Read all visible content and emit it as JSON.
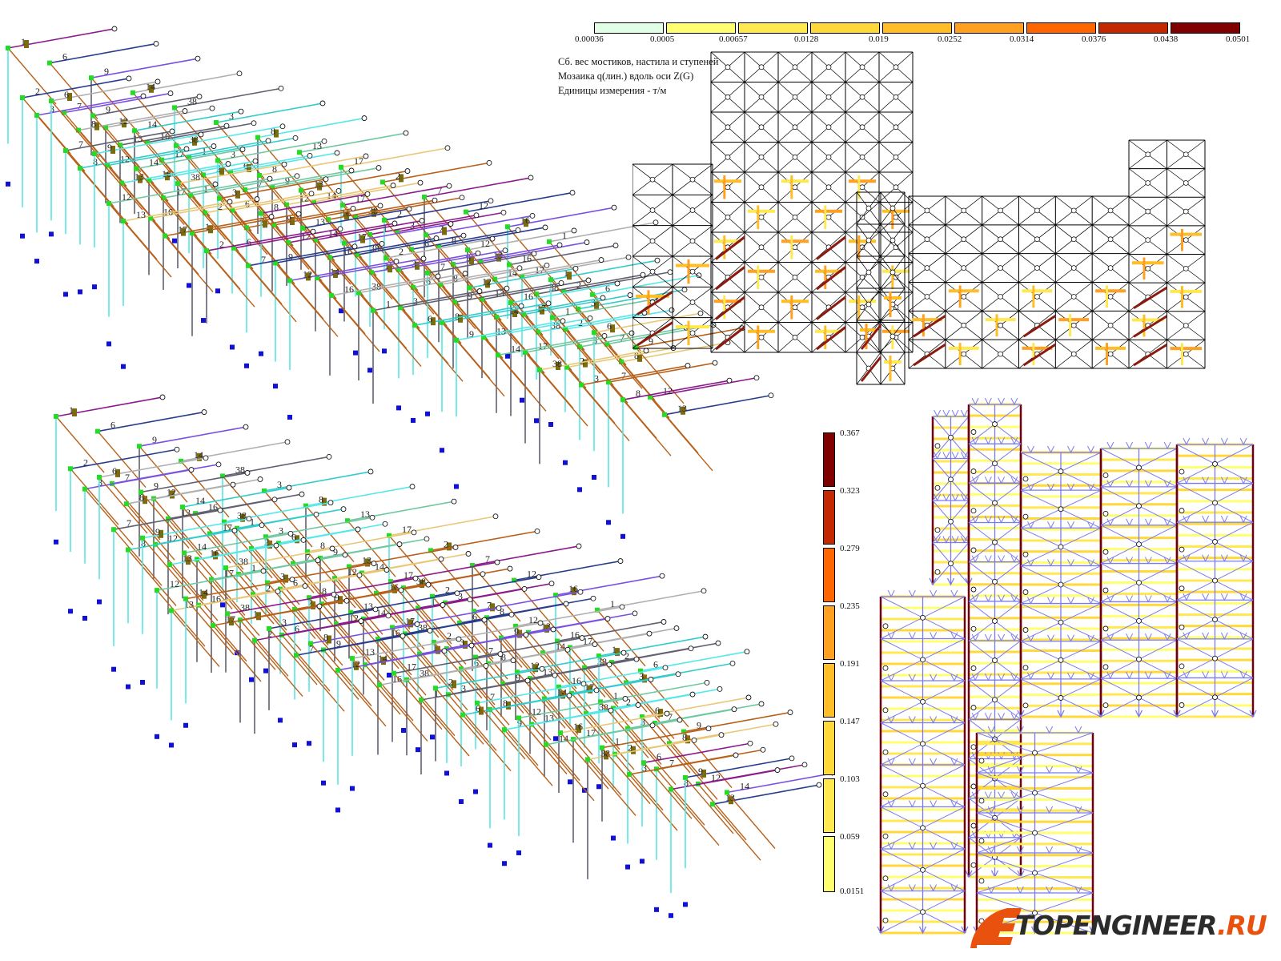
{
  "horizontal_legend": {
    "swatches": [
      {
        "color": "#e0ffe4",
        "label": "0.00036"
      },
      {
        "color": "#ffff70",
        "label": "0.0005"
      },
      {
        "color": "#ffe850",
        "label": "0.00657"
      },
      {
        "color": "#ffd93a",
        "label": "0.0128"
      },
      {
        "color": "#ffbe28",
        "label": "0.019"
      },
      {
        "color": "#ffa020",
        "label": "0.0252"
      },
      {
        "color": "#ff6600",
        "label": "0.0314"
      },
      {
        "color": "#c42800",
        "label": "0.0376"
      },
      {
        "color": "#800000",
        "label": "0.0438"
      }
    ],
    "end_label": "0.0501"
  },
  "caption": {
    "line1": "Сб. вес мостиков, настила и ступеней",
    "line2": "Мозаика q(лин.) вдоль оси  Z(G)",
    "line3": "Единицы измерения - т/м"
  },
  "vertical_legend": {
    "swatches": [
      {
        "color": "#800000",
        "label": "0.367"
      },
      {
        "color": "#c42800",
        "label": "0.323"
      },
      {
        "color": "#ff6600",
        "label": "0.279"
      },
      {
        "color": "#ffa020",
        "label": "0.235"
      },
      {
        "color": "#ffbe28",
        "label": "0.191"
      },
      {
        "color": "#ffd93a",
        "label": "0.147"
      },
      {
        "color": "#ffe850",
        "label": "0.103"
      },
      {
        "color": "#ffff70",
        "label": "0.059"
      }
    ],
    "end_label": "0.0151"
  },
  "logo": {
    "text_main": "TOPENGINEER",
    "text_suffix": ".RU",
    "accent_color": "#e8520e"
  },
  "iso_model": {
    "member_type_labels": [
      "1",
      "2",
      "3",
      "6",
      "7",
      "8",
      "9",
      "12",
      "13",
      "14",
      "16",
      "17",
      "38"
    ],
    "member_colors": {
      "1": "#8b1a8b",
      "3": "#283c8c",
      "6": "#7a50e0",
      "7": "#b0b0b0",
      "8": "#606070",
      "9": "#33cccc",
      "12": "#55e8e8",
      "14": "#70c8a0",
      "16": "#e8c878",
      "17": "#b8601a"
    },
    "node_color": "#22dd22",
    "support_color": "#1010dd",
    "hinge_color": "#7a6a10"
  },
  "elevation_top": {
    "line_color": "#000000",
    "heavy_brace_color": "#8b1a10",
    "load_colors": [
      "#ffe850",
      "#ffbe28",
      "#ffa020"
    ]
  },
  "elevation_bottom": {
    "frame_color": "#7b7bef",
    "load_colors": [
      "#ffff70",
      "#ffe850",
      "#ffd93a"
    ],
    "column_color": "#6a0010"
  }
}
